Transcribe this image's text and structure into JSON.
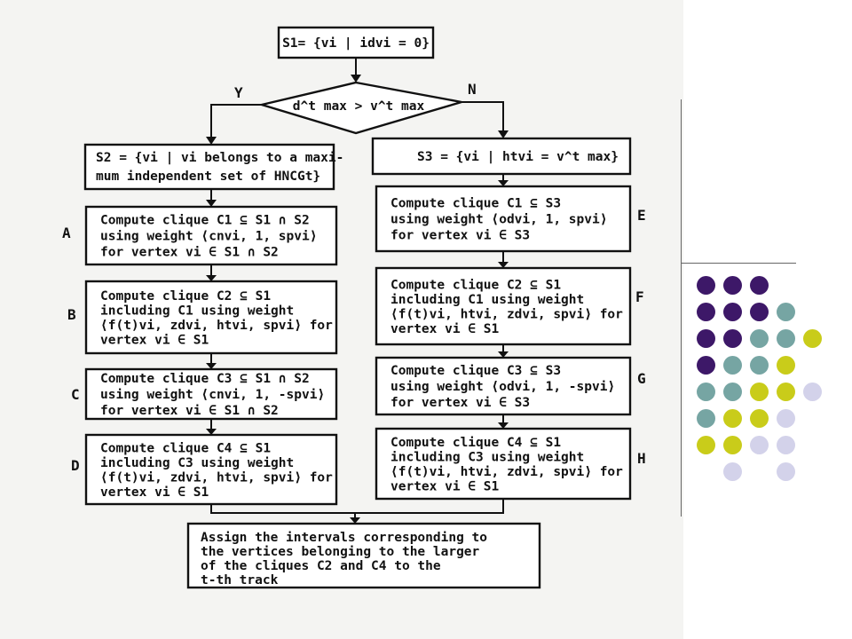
{
  "flowchart": {
    "start_box": "S1= {vi | idvi = 0}",
    "decision": "d^t max > v^t max",
    "branch_yes": "Y",
    "branch_no": "N",
    "s2_box": [
      "S2 = {vi | vi belongs to a maxi-",
      "mum independent set of HNCGt}"
    ],
    "s3_box": "S3 = {vi | htvi = v^t max}",
    "left_steps": [
      {
        "label": "A",
        "lines": [
          "Compute clique C1 ⊆ S1 ∩ S2",
          "using weight ⟨cnvi, 1, spvi⟩",
          "for vertex vi ∈ S1 ∩ S2"
        ]
      },
      {
        "label": "B",
        "lines": [
          "Compute clique C2 ⊆ S1",
          "including C1 using weight",
          "⟨f(t)vi, zdvi, htvi, spvi⟩ for",
          "vertex vi ∈ S1"
        ]
      },
      {
        "label": "C",
        "lines": [
          "Compute clique C3 ⊆ S1 ∩ S2",
          "using weight ⟨cnvi, 1, -spvi⟩",
          "for vertex vi ∈ S1 ∩ S2"
        ]
      },
      {
        "label": "D",
        "lines": [
          "Compute clique C4 ⊆ S1",
          "including C3 using weight",
          "⟨f(t)vi, zdvi, htvi, spvi⟩ for",
          "vertex vi ∈ S1"
        ]
      }
    ],
    "right_steps": [
      {
        "label": "E",
        "lines": [
          "Compute clique C1 ⊆ S3",
          "using weight ⟨odvi, 1, spvi⟩",
          "for vertex vi ∈ S3"
        ]
      },
      {
        "label": "F",
        "lines": [
          "Compute clique C2 ⊆ S1",
          "including C1 using weight",
          "⟨f(t)vi, htvi, zdvi, spvi⟩ for",
          "vertex vi ∈ S1"
        ]
      },
      {
        "label": "G",
        "lines": [
          "Compute clique C3 ⊆ S3",
          "using weight ⟨odvi, 1, -spvi⟩",
          "for vertex vi ∈ S3"
        ]
      },
      {
        "label": "H",
        "lines": [
          "Compute clique C4 ⊆ S1",
          "including C3 using weight",
          "⟨f(t)vi, htvi, zdvi, spvi⟩ for",
          "vertex vi ∈ S1"
        ]
      }
    ],
    "final_box": [
      "Assign the intervals corresponding to",
      "the vertices belonging to the larger",
      "of the cliques C2 and C4 to the",
      "t-th track"
    ]
  },
  "dot_grid": {
    "colors": {
      "p": "#3d1868",
      "t": "#76a5a3",
      "y": "#c9cc1a",
      "l": "#d3d2ea"
    },
    "rows": [
      "ppp__",
      "pppt_",
      "pptty",
      "ptty_",
      "ttyyl",
      "tyyl_",
      "yyll_",
      "_l_l_"
    ]
  }
}
